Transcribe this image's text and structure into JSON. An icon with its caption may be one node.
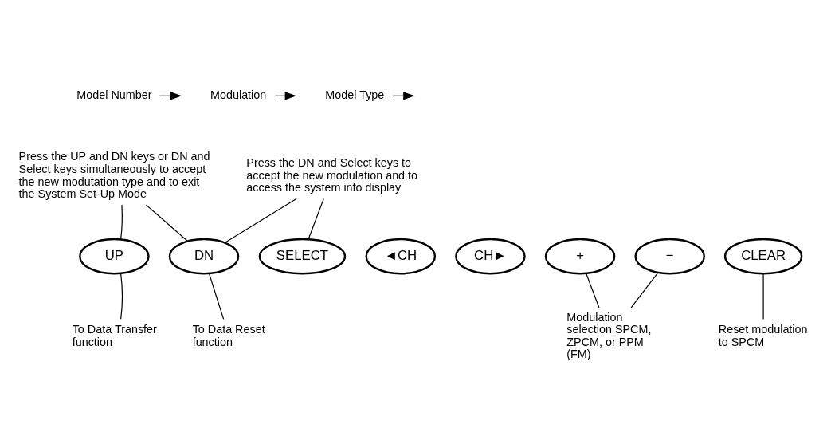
{
  "diagram": {
    "nodes": [
      {
        "text": [
          "Model Number"
        ]
      },
      {
        "text": [
          "Modulation"
        ]
      },
      {
        "text": [
          "Model Type"
        ]
      },
      {
        "text": [
          "Press the UP and DN keys or DN and Select keys simultaneously to accept the new modutation type and to exit the System Set-Up Mode"
        ]
      },
      {
        "text": [
          "Press the DN and Select keys to accept the new modulation and to access the system info display"
        ]
      },
      {
        "text": [
          "UP"
        ]
      },
      {
        "text": [
          "DN"
        ]
      },
      {
        "text": [
          "SELECT"
        ]
      },
      {
        "text": [
          "◄CH"
        ]
      },
      {
        "text": [
          "CH►"
        ]
      },
      {
        "text": [
          "+"
        ]
      },
      {
        "text": [
          "−"
        ]
      },
      {
        "text": [
          "CLEAR"
        ]
      },
      {
        "text": [
          "To Data Transfer function"
        ]
      },
      {
        "text": [
          "To Data Reset function"
        ]
      },
      {
        "text": [
          "Modulation selection SPCM, ZPCM, or PPM (FM)"
        ]
      },
      {
        "text": [
          "Reset modulation to SPCM"
        ]
      }
    ],
    "edges": [
      {
        "from": 0,
        "to": null,
        "arrow": "to"
      },
      {
        "from": 1,
        "to": null,
        "arrow": "to"
      },
      {
        "from": 2,
        "to": null,
        "arrow": "to"
      },
      {
        "from": 3,
        "to": 5,
        "arrow": "none"
      },
      {
        "from": 3,
        "to": 6,
        "arrow": "none"
      },
      {
        "from": 4,
        "to": 6,
        "arrow": "none"
      },
      {
        "from": 4,
        "to": 7,
        "arrow": "none"
      },
      {
        "from": 13,
        "to": 5,
        "arrow": "none"
      },
      {
        "from": 14,
        "to": 6,
        "arrow": "none"
      },
      {
        "from": 15,
        "to": 10,
        "arrow": "none"
      },
      {
        "from": 15,
        "to": 11,
        "arrow": "none"
      },
      {
        "from": 16,
        "to": 12,
        "arrow": "none"
      }
    ]
  }
}
